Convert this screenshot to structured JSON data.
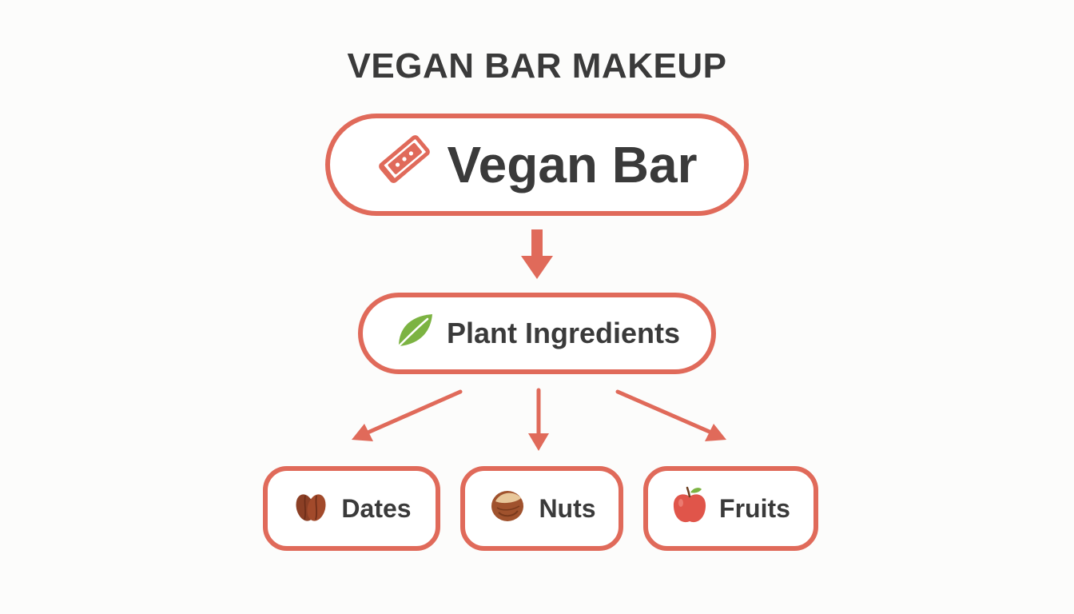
{
  "diagram": {
    "title": "VEGAN BAR MAKEUP",
    "root": {
      "label": "Vegan Bar",
      "icon": "bar-icon"
    },
    "middle": {
      "label": "Plant Ingredients",
      "icon": "leaf-icon"
    },
    "leaves": [
      {
        "label": "Dates",
        "icon": "dates-icon"
      },
      {
        "label": "Nuts",
        "icon": "nut-icon"
      },
      {
        "label": "Fruits",
        "icon": "apple-icon"
      }
    ]
  },
  "colors": {
    "accent": "#e06a5a",
    "text": "#3a3a3a",
    "leaf_green": "#7cb342",
    "brown": "#8b4a2e",
    "apple_red": "#e0554a"
  }
}
